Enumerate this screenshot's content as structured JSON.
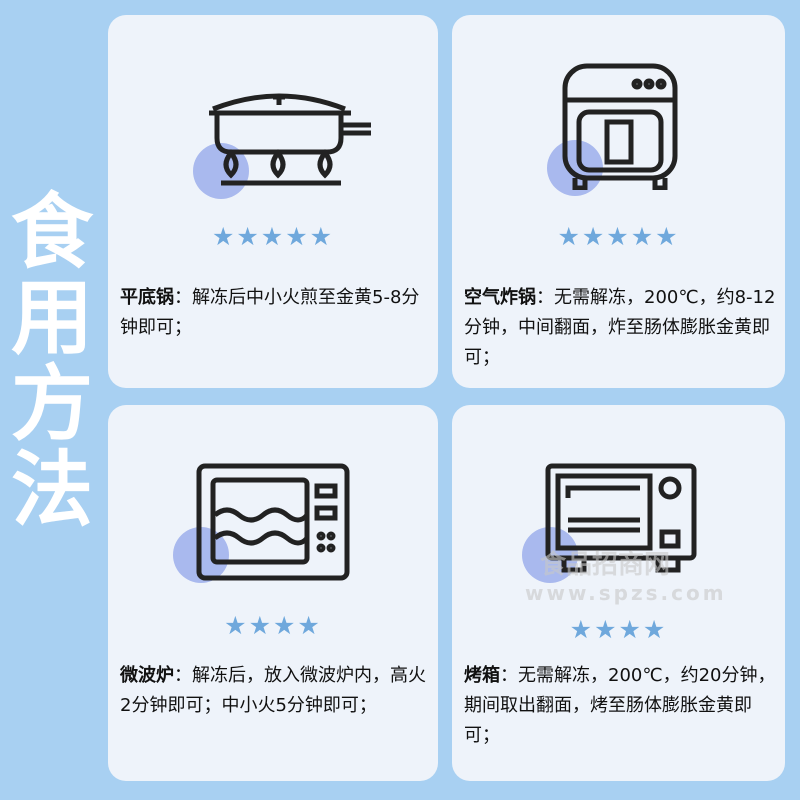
{
  "title": [
    "食",
    "用",
    "方",
    "法"
  ],
  "cards": [
    {
      "name": "平底锅",
      "desc": "：解冻后中小火煎至金黄5-8分钟即可；",
      "stars": "★★★★★",
      "rating": 5
    },
    {
      "name": "空气炸锅",
      "desc": "：无需解冻，200℃，约8-12分钟，中间翻面，炸至肠体膨胀金黄即可；",
      "stars": "★★★★★",
      "rating": 5
    },
    {
      "name": "微波炉",
      "desc": "：解冻后，放入微波炉内，高火2分钟即可；中小火5分钟即可；",
      "stars": "★★★★",
      "rating": 4
    },
    {
      "name": "烤箱",
      "desc": "：无需解冻，200℃，约20分钟，期间取出翻面，烤至肠体膨胀金黄即可；",
      "stars": "★★★★",
      "rating": 4
    }
  ],
  "watermark": {
    "cn": "食品招商网",
    "url": "www.spzs.com"
  }
}
